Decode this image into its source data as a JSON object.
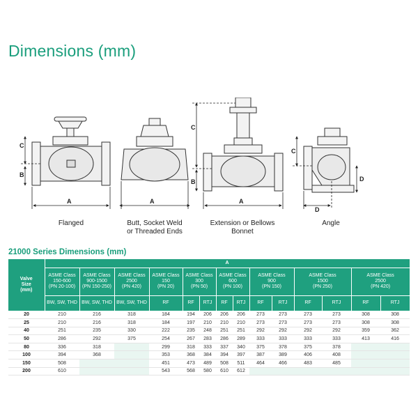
{
  "page": {
    "title": "Dimensions (mm)"
  },
  "diagrams": {
    "labels": {
      "a": "A",
      "b": "B",
      "c": "C",
      "d": "D"
    },
    "captions": {
      "flanged": [
        "Flanged"
      ],
      "butt": [
        "Butt, Socket Weld",
        "or Threaded Ends"
      ],
      "extension": [
        "Extension or Bellows",
        "Bonnet"
      ],
      "angle": [
        "Angle"
      ]
    }
  },
  "table": {
    "title": "21000 Series Dimensions (mm)",
    "size_header": [
      "Valve",
      "Size",
      "(mm)"
    ],
    "a_header": "A",
    "class_groups": [
      {
        "label": [
          "ASME Class",
          "150-600",
          "(PN 20-100)"
        ],
        "faces": [
          "BW, SW, THD"
        ]
      },
      {
        "label": [
          "ASME Class",
          "900-1500",
          "(PN 150-250)"
        ],
        "faces": [
          "BW, SW, THD"
        ]
      },
      {
        "label": [
          "ASME Class",
          "2500",
          "(PN 420)"
        ],
        "faces": [
          "BW, SW, THD"
        ]
      },
      {
        "label": [
          "ASME Class",
          "150",
          "(PN 20)"
        ],
        "faces": [
          "RF"
        ]
      },
      {
        "label": [
          "ASME Class",
          "300",
          "(PN 50)"
        ],
        "faces": [
          "RF",
          "RTJ"
        ]
      },
      {
        "label": [
          "ASME Class",
          "600",
          "(PN 100)"
        ],
        "faces": [
          "RF",
          "RTJ"
        ]
      },
      {
        "label": [
          "ASME Class",
          "900",
          "(PN 150)"
        ],
        "faces": [
          "RF",
          "RTJ"
        ]
      },
      {
        "label": [
          "ASME Class",
          "1500",
          "(PN 250)"
        ],
        "faces": [
          "RF",
          "RTJ"
        ]
      },
      {
        "label": [
          "ASME Class",
          "2500",
          "(PN 420)"
        ],
        "faces": [
          "RF",
          "RTJ"
        ]
      }
    ],
    "rows": [
      [
        "20",
        "210",
        "216",
        "318",
        "184",
        "194",
        "206",
        "206",
        "206",
        "273",
        "273",
        "273",
        "273",
        "308",
        "308"
      ],
      [
        "25",
        "210",
        "216",
        "318",
        "184",
        "197",
        "210",
        "210",
        "210",
        "273",
        "273",
        "273",
        "273",
        "308",
        "308"
      ],
      [
        "40",
        "251",
        "235",
        "330",
        "222",
        "235",
        "248",
        "251",
        "251",
        "292",
        "292",
        "292",
        "292",
        "359",
        "362"
      ],
      [
        "50",
        "286",
        "292",
        "375",
        "254",
        "267",
        "283",
        "286",
        "289",
        "333",
        "333",
        "333",
        "333",
        "413",
        "416"
      ],
      [
        "80",
        "336",
        "318",
        "",
        "299",
        "318",
        "333",
        "337",
        "340",
        "375",
        "378",
        "375",
        "378",
        "",
        ""
      ],
      [
        "100",
        "394",
        "368",
        "",
        "353",
        "368",
        "384",
        "394",
        "397",
        "387",
        "389",
        "406",
        "408",
        "",
        ""
      ],
      [
        "150",
        "508",
        "",
        "",
        "451",
        "473",
        "489",
        "508",
        "511",
        "464",
        "466",
        "483",
        "485",
        "",
        ""
      ],
      [
        "200",
        "610",
        "",
        "",
        "543",
        "568",
        "580",
        "610",
        "612",
        "",
        "",
        "",
        "",
        "",
        ""
      ]
    ]
  }
}
